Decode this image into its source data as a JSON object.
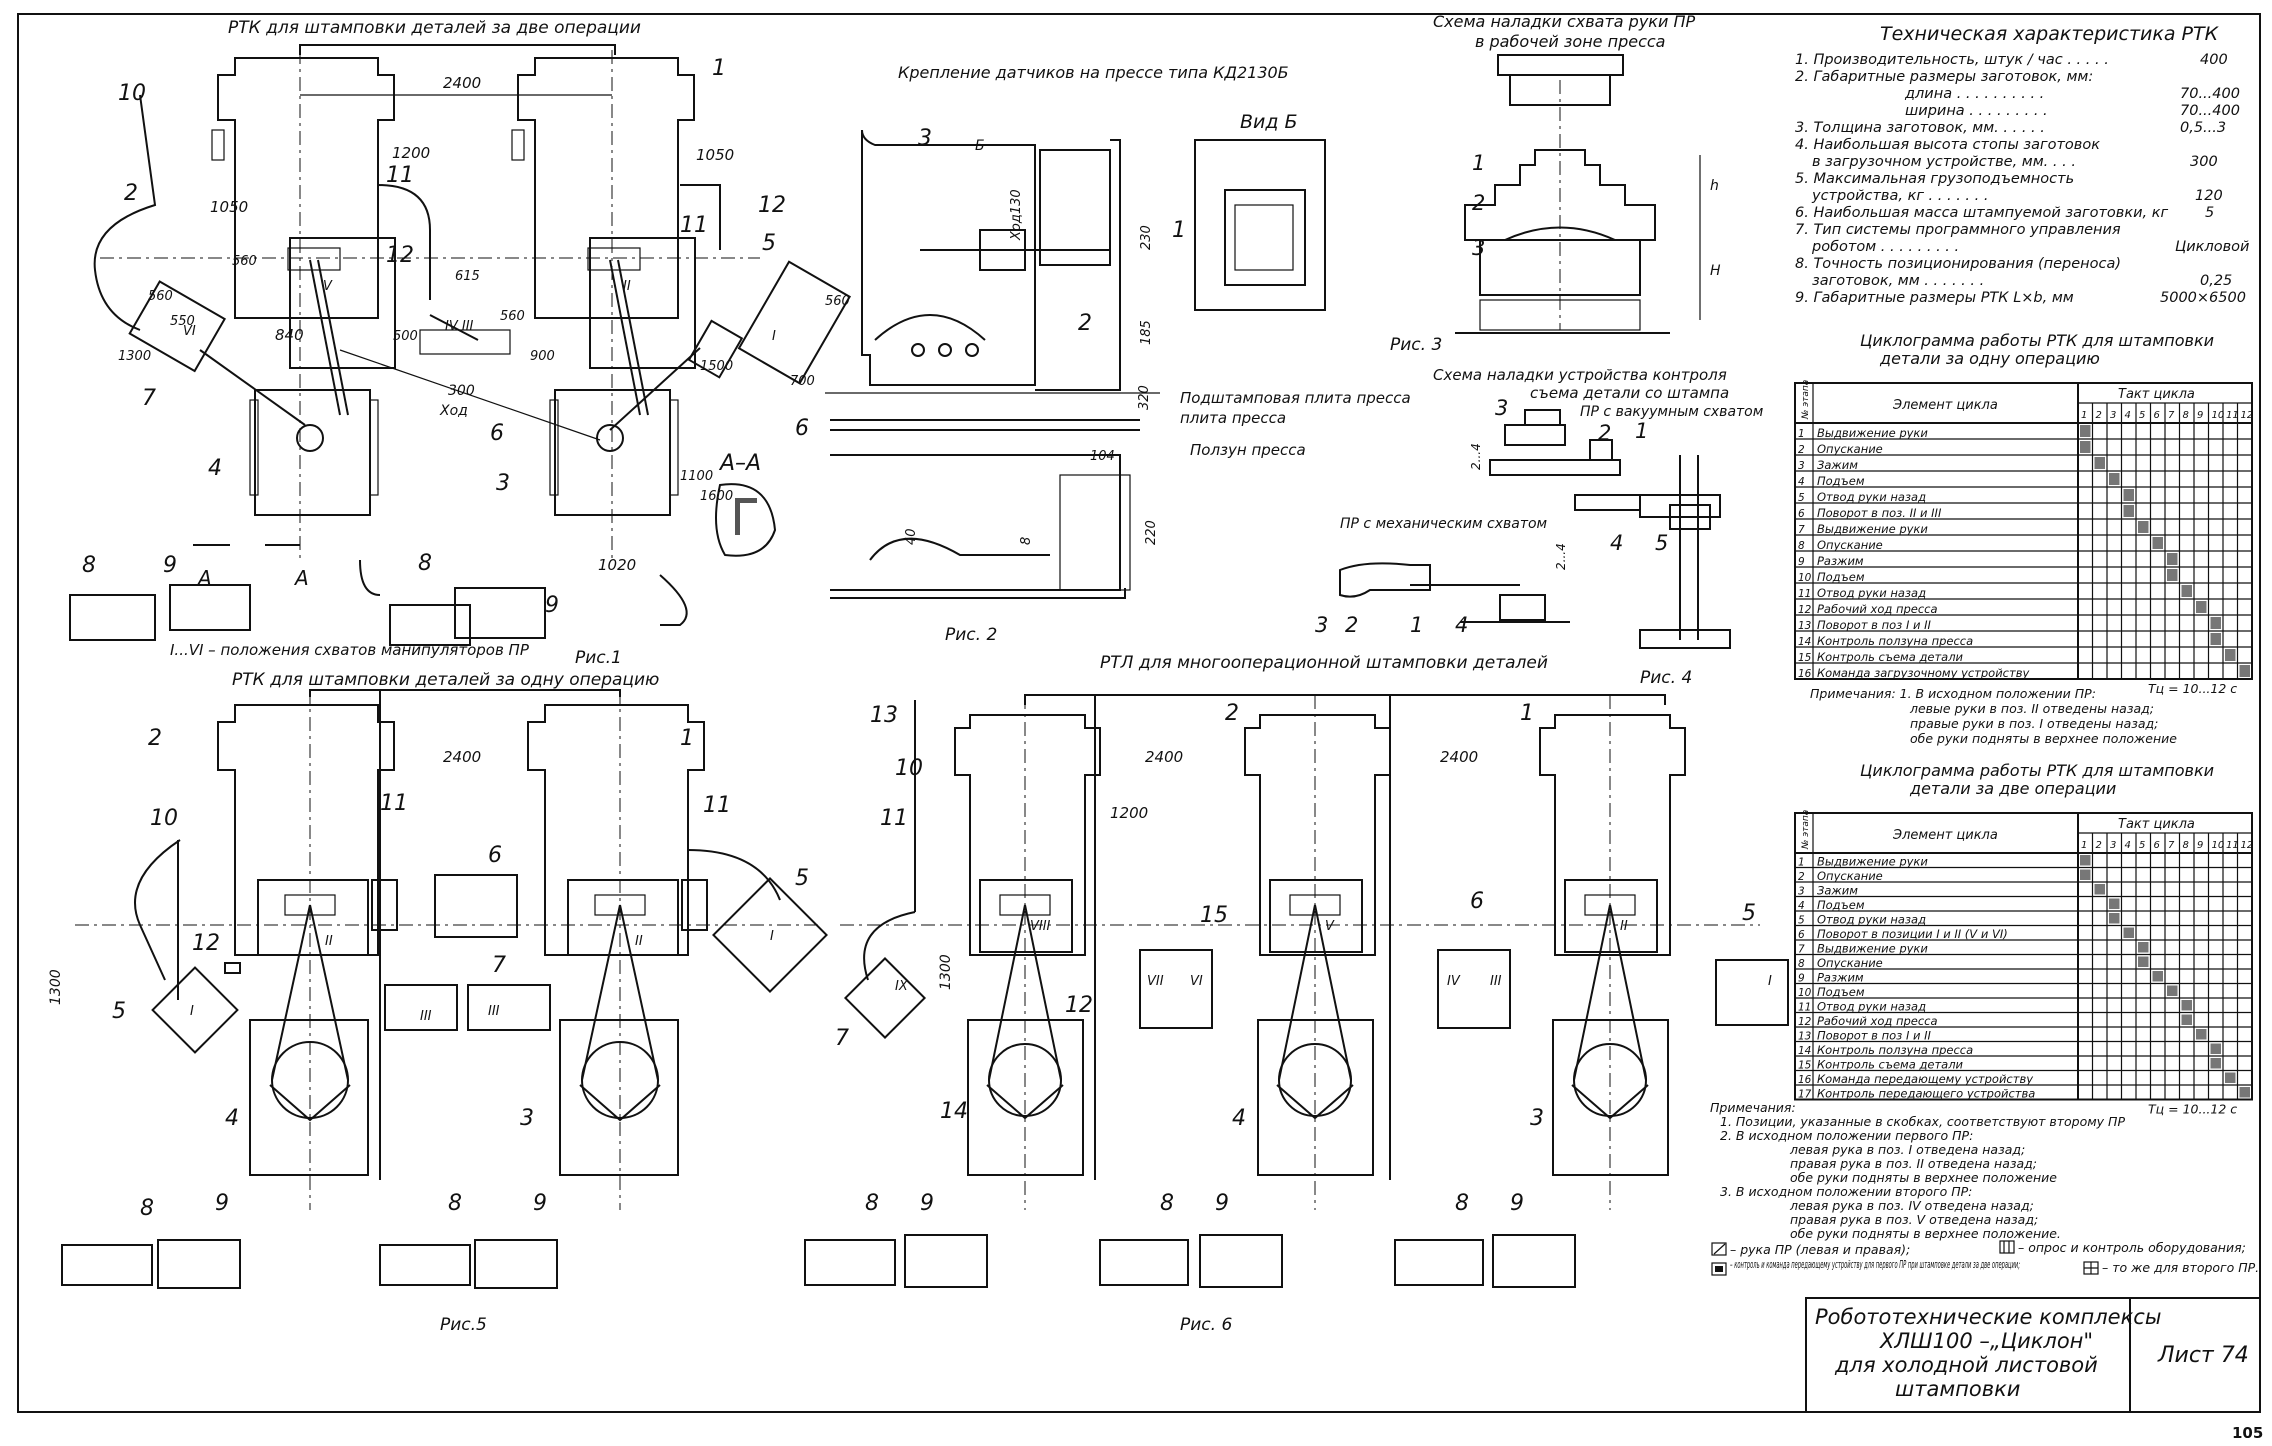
{
  "sheet": {
    "title_lines": [
      "Робототехнические комплексы",
      "ХЛШ100 –„Циклон\"",
      "для холодной листовой",
      "штамповки"
    ],
    "sheet_label": "Лист 74",
    "page_number": "105"
  },
  "fig1": {
    "heading": "РТК для штамповки деталей за две операции",
    "caption": "Рис.1",
    "footnote": "I...VI – положения схватов манипуляторов ПР",
    "dims": [
      "2400",
      "1200",
      "1050",
      "1050",
      "560",
      "560",
      "560",
      "550",
      "840",
      "615",
      "500",
      "900",
      "300",
      "Ход",
      "1300",
      "1500",
      "700",
      "560",
      "1100",
      "1600",
      "1020"
    ],
    "labels": [
      "1",
      "2",
      "3",
      "4",
      "5",
      "6",
      "6",
      "7",
      "8",
      "8",
      "9",
      "9",
      "10",
      "11",
      "11",
      "12",
      "12"
    ],
    "positions": [
      "V",
      "II",
      "VI",
      "I",
      "IV III"
    ],
    "section": "А–А",
    "section_marks": [
      "А",
      "А"
    ]
  },
  "fig2": {
    "heading": "Крепление датчиков на прессе типа КД2130Б",
    "view": "Вид Б",
    "caption": "Рис. 2",
    "arrow": "Б",
    "dims": [
      "Ход130",
      "230",
      "185",
      "320",
      "104",
      "40",
      "8",
      "220"
    ],
    "labels": [
      "3",
      "2",
      "1"
    ],
    "notes": [
      "Подштамповая плита пресса",
      "Ползун пресса"
    ]
  },
  "fig3": {
    "heading": [
      "Схема наладки схвата руки ПР",
      "в рабочей зоне пресса"
    ],
    "caption": "Рис. 3",
    "labels": [
      "1",
      "2",
      "3"
    ],
    "dims": [
      "h",
      "H"
    ]
  },
  "fig4": {
    "heading": [
      "Схема наладки устройства контроля",
      "съема детали со штампа"
    ],
    "caption": "Рис. 4",
    "sub1": "ПР с вакуумным схватом",
    "sub2": "ПР с механическим схватом",
    "labels": [
      "3",
      "2",
      "1",
      "4",
      "5",
      "3",
      "2",
      "1",
      "4"
    ],
    "dims": [
      "2...4",
      "2...4"
    ]
  },
  "tech": {
    "heading": "Техническая характеристика РТК",
    "lines": [
      {
        "t": "1. Производительность, штук / час  .  .  .  .  .",
        "v": "400"
      },
      {
        "t": "2. Габаритные размеры заготовок, мм:",
        "v": ""
      },
      {
        "t": "длина  .  .  .  .  .  .  .  .  .  .",
        "v": "70...400"
      },
      {
        "t": "ширина  .  .  .  .  .  .  .  .  .",
        "v": "70...400"
      },
      {
        "t": "3. Толщина заготовок, мм.  .  .  .  .  .",
        "v": "0,5...3"
      },
      {
        "t": "4. Наибольшая высота стопы заготовок",
        "v": ""
      },
      {
        "t": "в загрузочном устройстве, мм.  .  .  .",
        "v": "300"
      },
      {
        "t": "5. Максимальная грузоподъемность",
        "v": ""
      },
      {
        "t": "устройства, кг  .  .  .  .  .  .  .",
        "v": "120"
      },
      {
        "t": "6. Наибольшая масса штампуемой заготовки, кг",
        "v": "5"
      },
      {
        "t": "7. Тип системы программного управления",
        "v": ""
      },
      {
        "t": "роботом  .  .  .  .  .  .  .  .  .",
        "v": "Цикловой"
      },
      {
        "t": "8. Точность позиционирования (переноса)",
        "v": ""
      },
      {
        "t": "заготовок, мм  .  .  .  .  .  .  .",
        "v": "0,25"
      },
      {
        "t": "9. Габаритные размеры РТК   L×b, мм",
        "v": "5000×6500"
      }
    ]
  },
  "cyc1": {
    "heading": [
      "Циклограмма работы РТК для штамповки",
      "детали за одну операцию"
    ],
    "col_num": "№ этапа",
    "col_el": "Элемент цикла",
    "col_takt": "Такт   цикла",
    "takts": [
      "1",
      "2",
      "3",
      "4",
      "5",
      "6",
      "7",
      "8",
      "9",
      "10",
      "11",
      "12"
    ],
    "rows": [
      "Выдвижение руки",
      "Опускание",
      "Зажим",
      "Подъем",
      "Отвод руки назад",
      "Поворот в поз. II и III",
      "Выдвижение руки",
      "Опускание",
      "Разжим",
      "Подъем",
      "Отвод руки назад",
      "Рабочий ход пресса",
      "Поворот в поз I и II",
      "Контроль ползуна пресса",
      "Контроль съема детали",
      "Команда загрузочному устройству"
    ],
    "tc": "Tц = 10...12 с",
    "notes": [
      "Примечания:  1. В исходном положении ПР:",
      "левые руки в поз. II отведены назад;",
      "правые руки в поз. I отведены назад;",
      "обе руки подняты в верхнее положение"
    ]
  },
  "cyc2": {
    "heading": [
      "Циклограмма работы РТК для штамповки",
      "детали за две операции"
    ],
    "col_num": "№ этапа",
    "col_el": "Элемент цикла",
    "col_takt": "Такт   цикла",
    "takts": [
      "1",
      "2",
      "3",
      "4",
      "5",
      "6",
      "7",
      "8",
      "9",
      "10",
      "11",
      "12"
    ],
    "rows": [
      "Выдвижение руки",
      "Опускание",
      "Зажим",
      "Подъем",
      "Отвод руки назад",
      "Поворот в позиции I и II (V и VI)",
      "Выдвижение руки",
      "Опускание",
      "Разжим",
      "Подъем",
      "Отвод руки назад",
      "Рабочий ход пресса",
      "Поворот в поз I и II",
      "Контроль ползуна пресса",
      "Контроль съема детали",
      "Команда передающему устройству",
      "Контроль передающего устройства"
    ],
    "tc": "Tц = 10...12 с",
    "notes": [
      "Примечания:",
      "1. Позиции, указанные в скобках, соответствуют второму ПР",
      "2. В исходном положении первого ПР:",
      "левая рука в поз. I отведена назад;",
      "правая рука в поз. II отведена назад;",
      "обе руки подняты в верхнее положение",
      "3. В исходном положении второго ПР:",
      "левая рука в поз. IV отведена назад;",
      "правая рука в поз. V отведена назад;",
      "обе руки подняты в верхнее положение."
    ]
  },
  "legend": [
    "– рука ПР (левая и правая);",
    "– опрос и контроль оборудования;",
    "– контроль и команда передающему устройству для первого ПР при штамповке детали за две операции;",
    "– то же для второго ПР."
  ],
  "fig5": {
    "heading": "РТК для штамповки деталей за одну операцию",
    "caption": "Рис.5",
    "dims": [
      "2400",
      "1300"
    ],
    "labels": [
      "1",
      "2",
      "3",
      "4",
      "5",
      "5",
      "6",
      "7",
      "8",
      "8",
      "9",
      "9",
      "10",
      "11",
      "11",
      "12"
    ],
    "positions": [
      "II",
      "II",
      "I",
      "I",
      "III",
      "III"
    ]
  },
  "fig6": {
    "heading": "РТЛ для многооперационной штамповки деталей",
    "caption": "Рис. 6",
    "dims": [
      "2400",
      "2400",
      "1200",
      "1300"
    ],
    "labels": [
      "1",
      "2",
      "3",
      "4",
      "5",
      "6",
      "7",
      "8",
      "8",
      "8",
      "9",
      "9",
      "9",
      "10",
      "11",
      "12",
      "13",
      "14",
      "15"
    ],
    "positions": [
      "VIII",
      "V",
      "II",
      "IX",
      "VII",
      "VI",
      "IV",
      "III",
      "I"
    ]
  }
}
